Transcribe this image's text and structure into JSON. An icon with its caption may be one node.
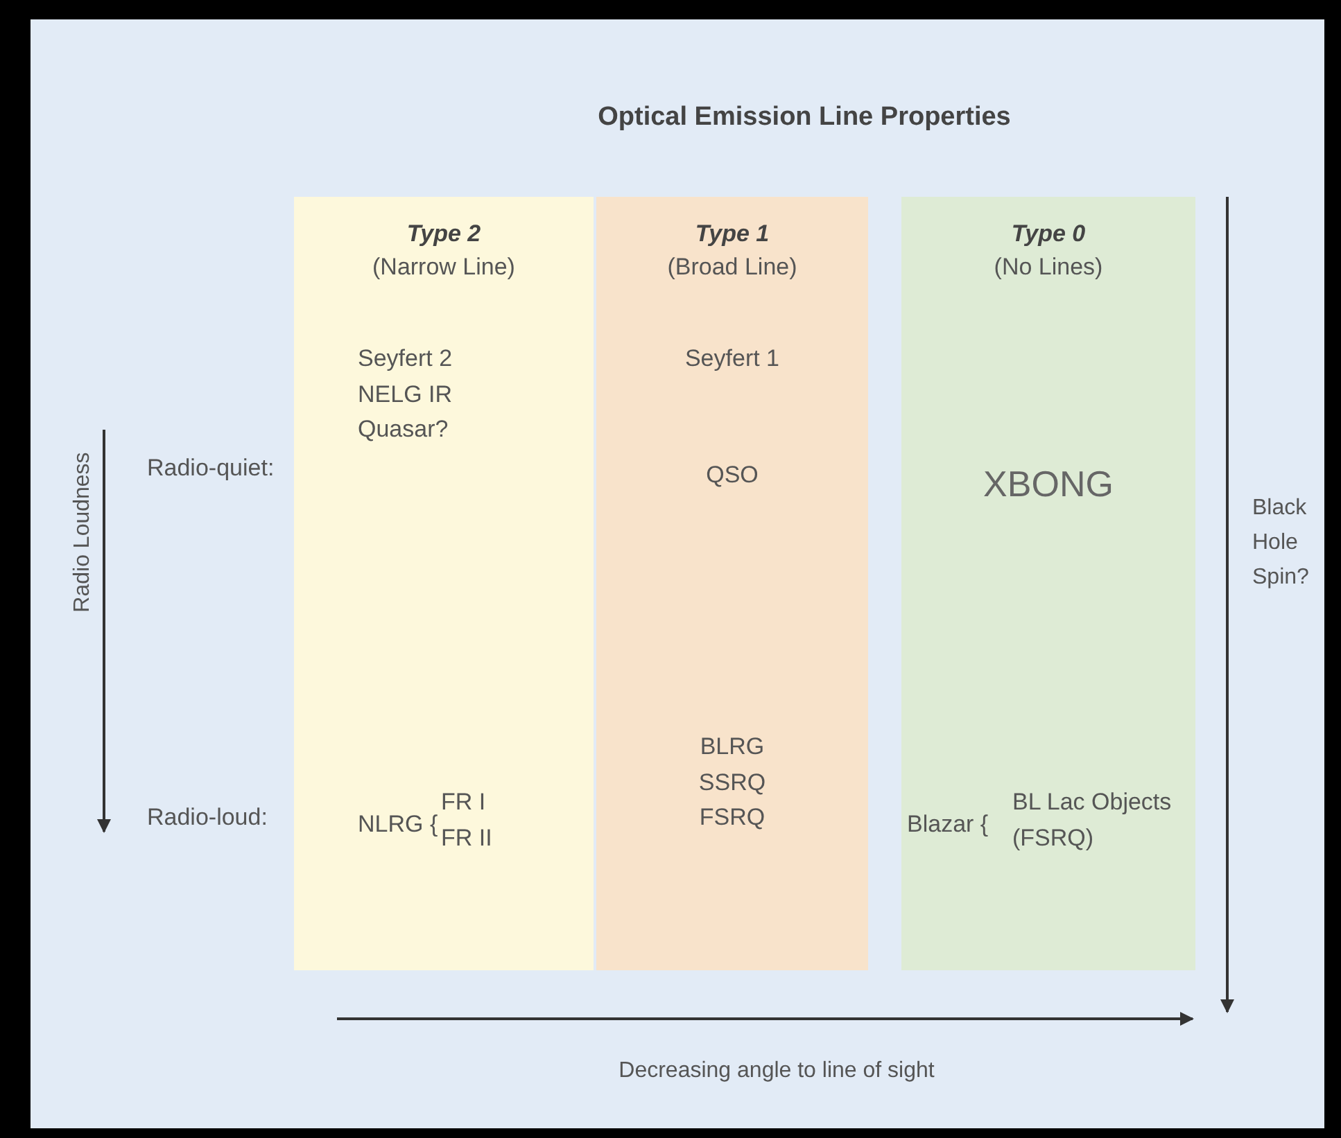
{
  "diagram": {
    "title": "Optical Emission Line Properties",
    "nodes": [
      {
        "text": [
          "Type 2",
          "(Narrow Line)",
          "Seyfert 2 NELG IR Quasar?",
          "NLRG {",
          "FR I FR II"
        ]
      },
      {
        "text": [
          "Type 1",
          "(Broad Line)",
          "Seyfert 1",
          "QSO",
          "BLRG SSRQ FSRQ"
        ]
      },
      {
        "text": [
          "Type 0",
          "(No Lines)",
          "XBONG",
          "Blazar {",
          "BL Lac Objects (FSRQ)"
        ]
      }
    ],
    "edges": [],
    "labels": [
      "Radio Loudness",
      "Radio-quiet:",
      "Radio-loud:",
      "Black Hole Spin?",
      "Decreasing angle to line of sight"
    ]
  }
}
